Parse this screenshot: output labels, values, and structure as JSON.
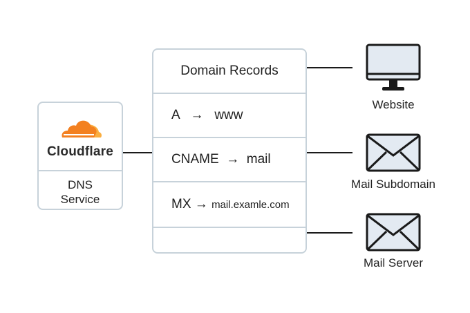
{
  "cloudflare": {
    "brand": "Cloudflare",
    "service_line1": "DNS",
    "service_line2": "Service",
    "logo_icon": "cloud-icon",
    "colors": {
      "orange": "#f38020",
      "light_orange": "#faae40"
    }
  },
  "records": {
    "title": "Domain Records",
    "rows": [
      {
        "type": "A",
        "arrow": "→",
        "target": "www"
      },
      {
        "type": "CNAME",
        "arrow": "→",
        "target": "mail"
      },
      {
        "type": "MX",
        "arrow": "→",
        "target": "mail.examle.com"
      },
      {
        "type": "",
        "arrow": "",
        "target": ""
      }
    ]
  },
  "endpoints": [
    {
      "label": "Website",
      "icon": "monitor-icon"
    },
    {
      "label": "Mail Subdomain",
      "icon": "envelope-icon"
    },
    {
      "label": "Mail Server",
      "icon": "envelope-icon"
    }
  ],
  "colors": {
    "border": "#c7d2da",
    "icon_fill": "#e3eaf2",
    "line": "#1a1a1a"
  }
}
